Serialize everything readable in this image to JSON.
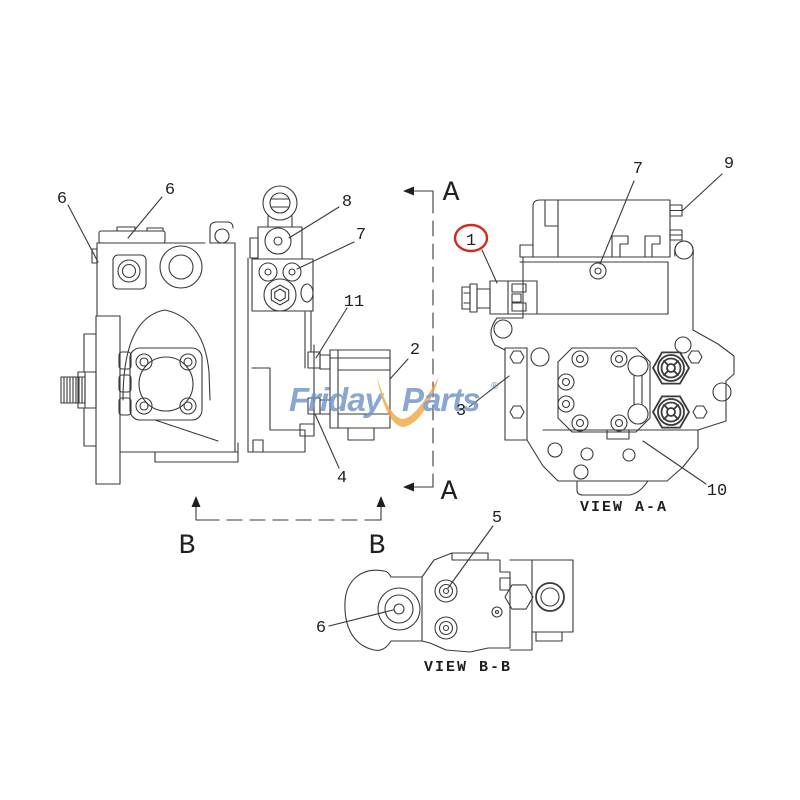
{
  "page": {
    "background": "#ffffff",
    "line_color": "#3a3a3a",
    "text_color": "#1f1f1f"
  },
  "watermark": {
    "text_left": "Friday",
    "text_right": "Parts",
    "registered": "®",
    "text_color": "#6e92c8",
    "swoosh_color": "#f2a63d"
  },
  "section_markers": {
    "a_top": "A",
    "a_bottom": "A",
    "b_left": "B",
    "b_right": "B"
  },
  "view_labels": {
    "view_aa": "VIEW A-A",
    "view_bb": "VIEW B-B"
  },
  "callouts": {
    "highlight_color": "#d22b20",
    "main_view": {
      "c6_left": "6",
      "c6_top": "6",
      "c8": "8",
      "c7": "7",
      "c11": "11",
      "c2": "2",
      "c4": "4"
    },
    "view_aa": {
      "c1": "1",
      "c7": "7",
      "c9": "9",
      "c3": "3",
      "c10": "10"
    },
    "view_bb": {
      "c5": "5",
      "c6": "6"
    }
  }
}
